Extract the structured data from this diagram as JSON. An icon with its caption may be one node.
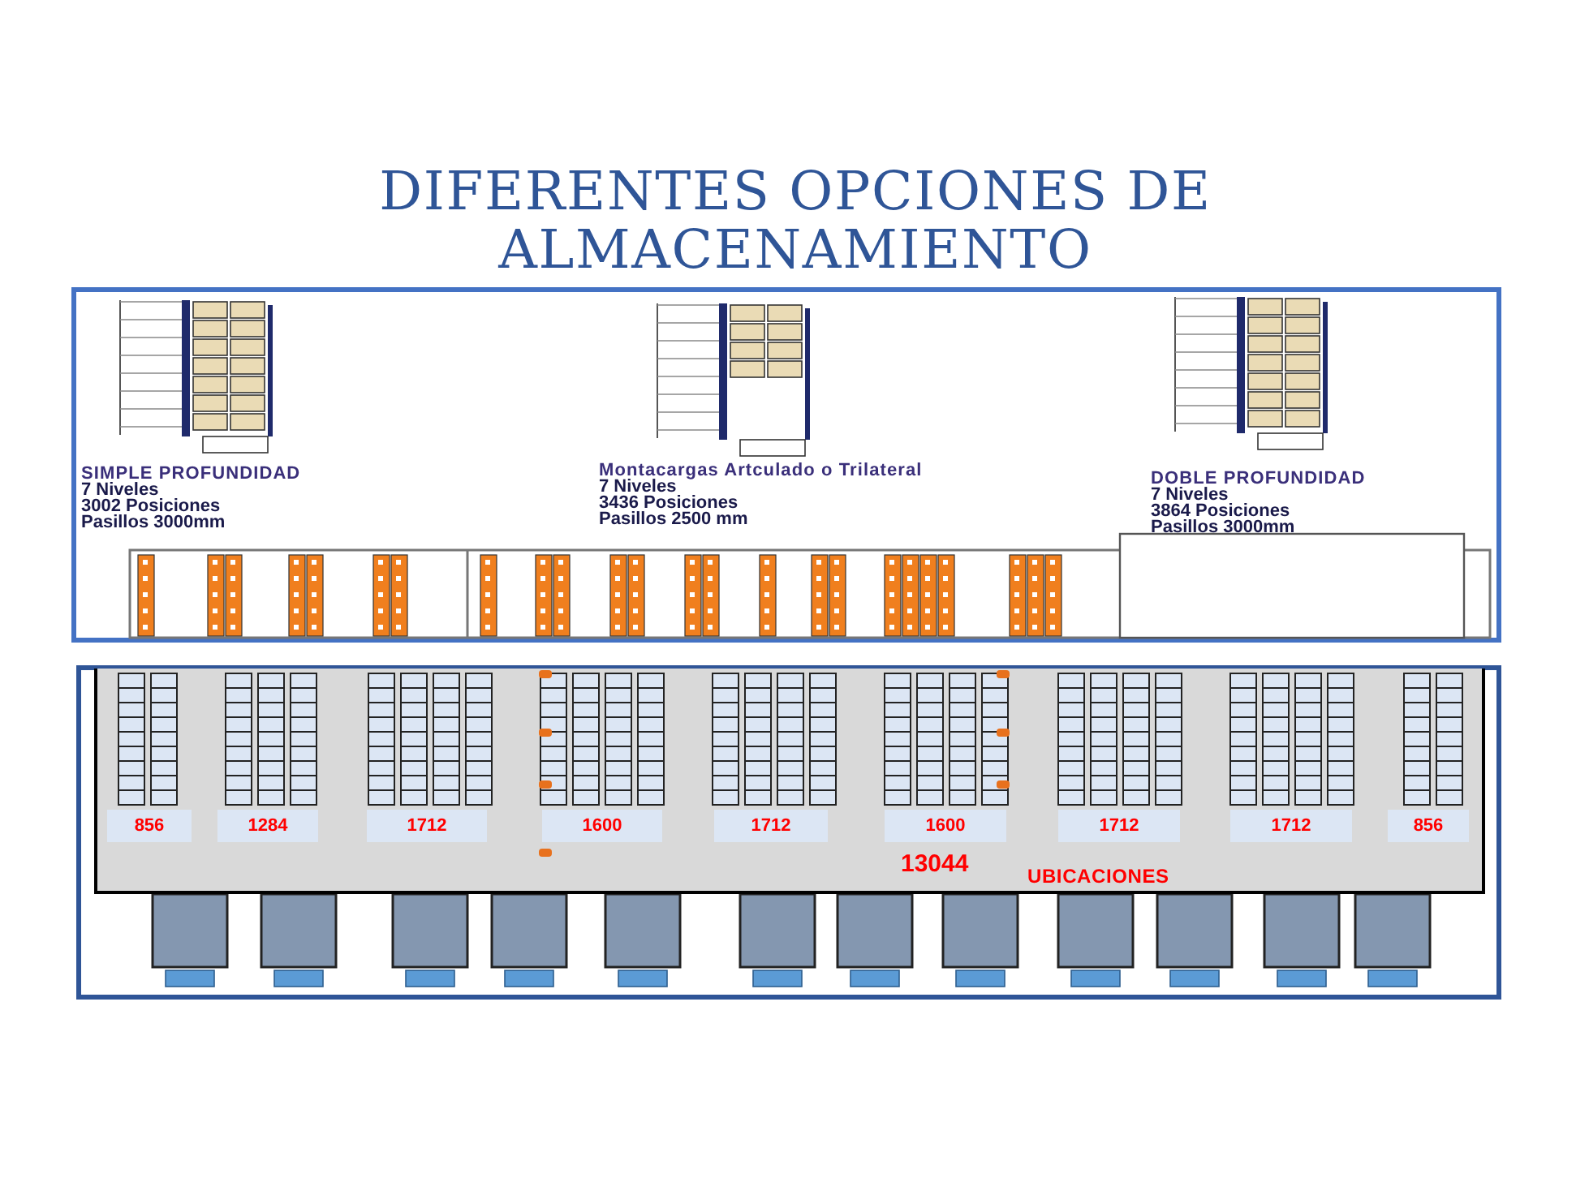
{
  "diagram": {
    "title": "DIFERENTES OPCIONES DE ALMACENAMIENTO",
    "nodes": [
      {
        "text": [
          "856"
        ]
      },
      {
        "text": [
          "1284"
        ]
      },
      {
        "text": [
          "1712"
        ]
      },
      {
        "text": [
          "1600"
        ]
      },
      {
        "text": [
          "1712"
        ]
      },
      {
        "text": [
          "1600"
        ]
      },
      {
        "text": [
          "1712"
        ]
      },
      {
        "text": [
          "1712"
        ]
      },
      {
        "text": [
          "856"
        ]
      }
    ],
    "labels": [
      "SIMPLE PROFUNDIDAD",
      "7 Niveles",
      "3002 Posiciones",
      "Pasillos 3000mm",
      "Montacargas Artculado o Trilateral",
      "7 Niveles",
      "3436 Posiciones",
      "Pasillos 2500 mm",
      "DOBLE PROFUNDIDAD",
      "7 Niveles",
      "3864 Posiciones",
      "Pasillos 3000mm",
      "13044",
      "UBICACIONES"
    ]
  }
}
